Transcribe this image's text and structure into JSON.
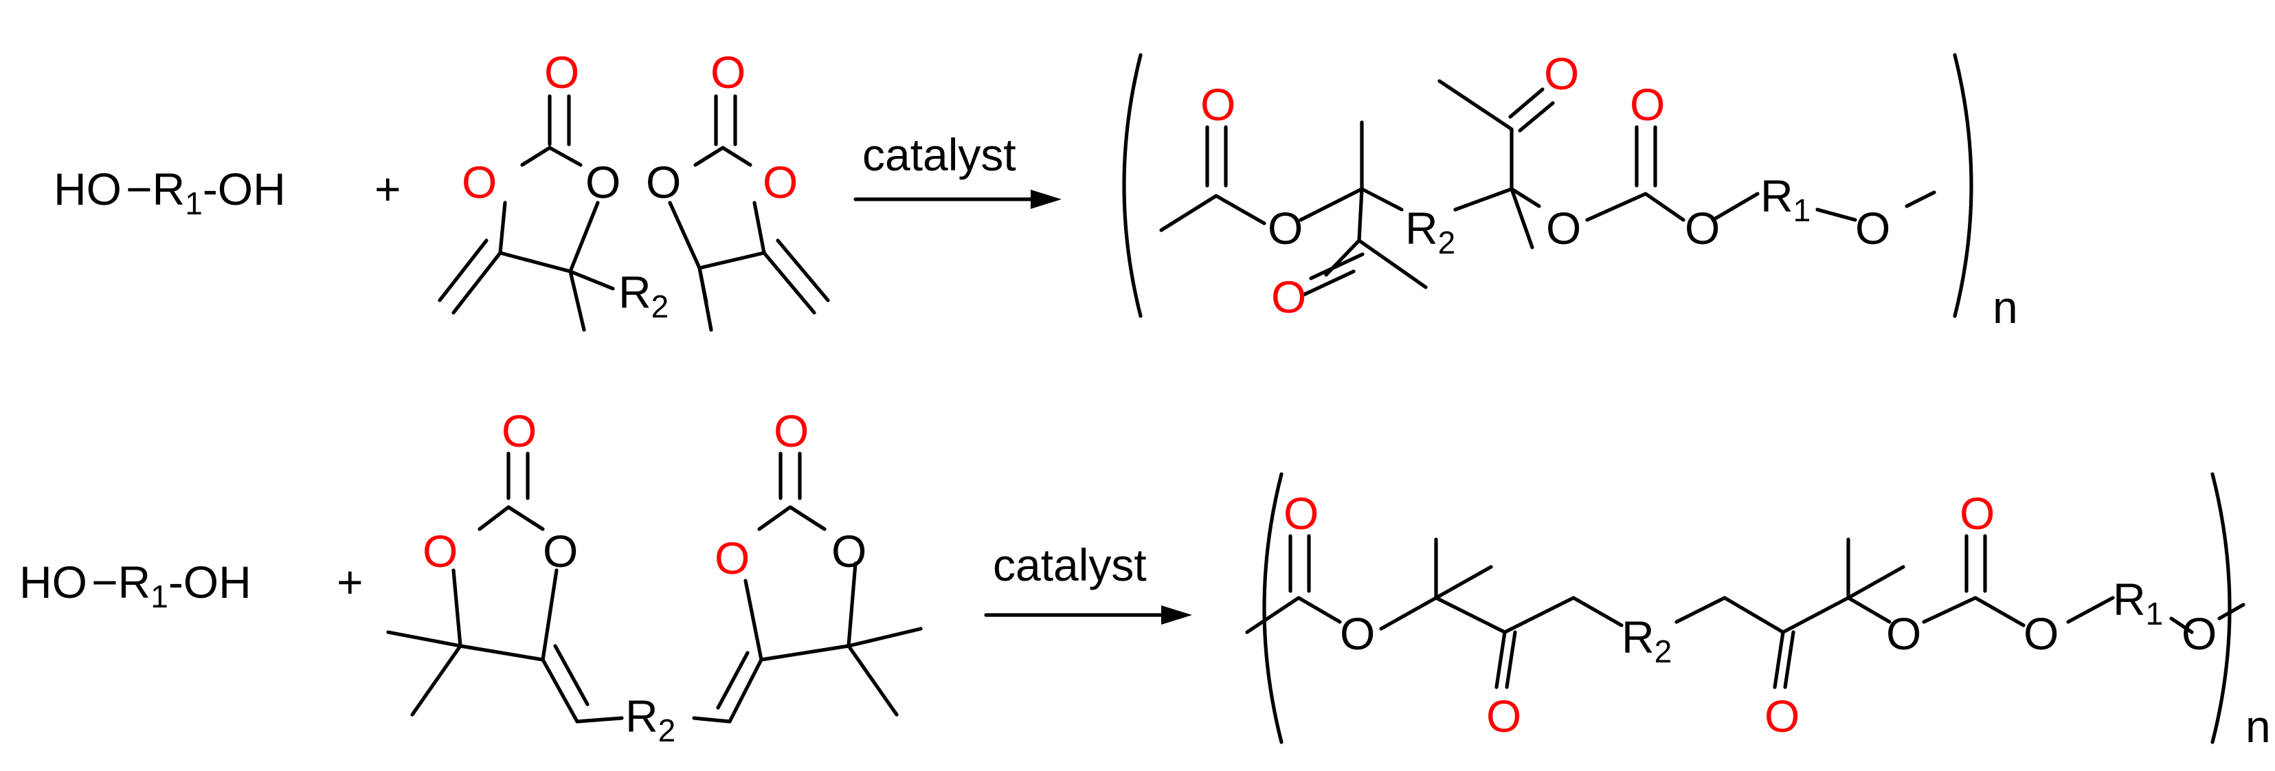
{
  "colors": {
    "bond": "#000000",
    "carbonyl_oxygen": "#ff0000",
    "ring_oxygen": "#000000",
    "background": "#ffffff"
  },
  "labels": {
    "ho": "HO",
    "oh": "-OH",
    "r": "R",
    "sub1": "1",
    "sub2": "2",
    "plus": "+",
    "o": "O",
    "n": "n",
    "catalyst": "catalyst"
  }
}
